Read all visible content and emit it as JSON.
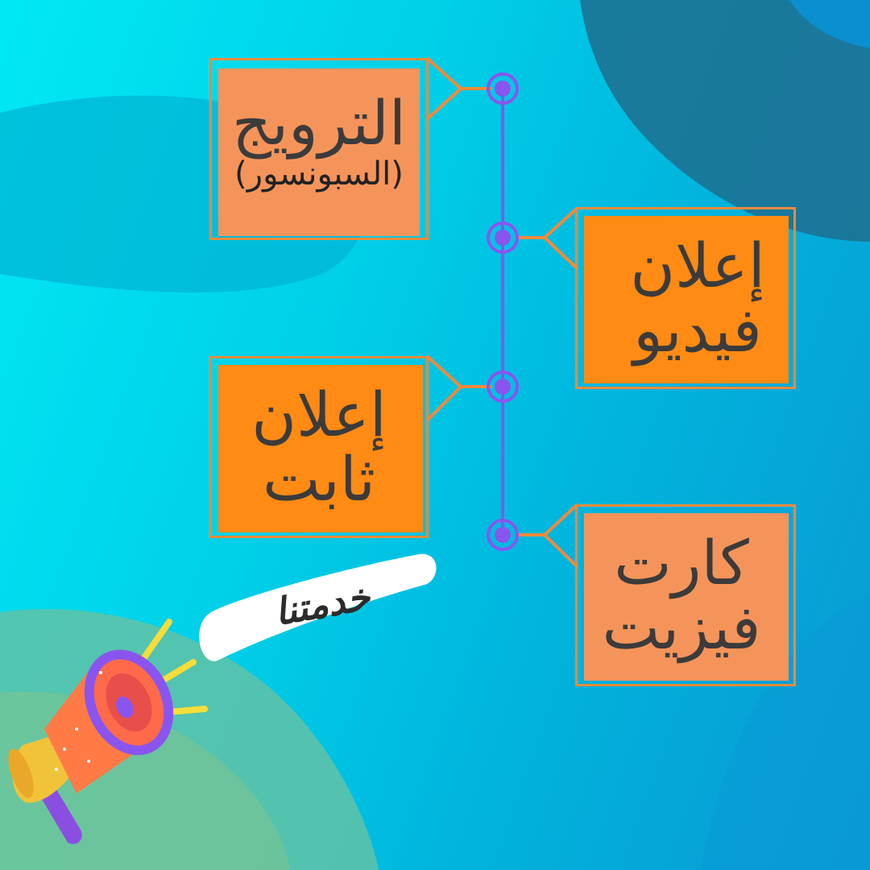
{
  "timeline": {
    "items": [
      {
        "id": "promotion",
        "title": "الترويج",
        "subtitle": "(السبونسور)"
      },
      {
        "id": "video-ad",
        "line1": "إعلان",
        "line2": "فيديو"
      },
      {
        "id": "static-ad",
        "line1": "إعلان",
        "line2": "ثابت"
      },
      {
        "id": "physical-card",
        "line1": "كارت",
        "line2": "فيزيت"
      }
    ]
  },
  "badge": {
    "label": "خدمتنا"
  },
  "colors": {
    "card_light": "#f5945a",
    "card_dark": "#ff8b14",
    "frame": "#f08a3a",
    "timeline": "#8a55ee",
    "text": "#3b3b3b"
  },
  "icons": {
    "megaphone": "megaphone-icon"
  }
}
